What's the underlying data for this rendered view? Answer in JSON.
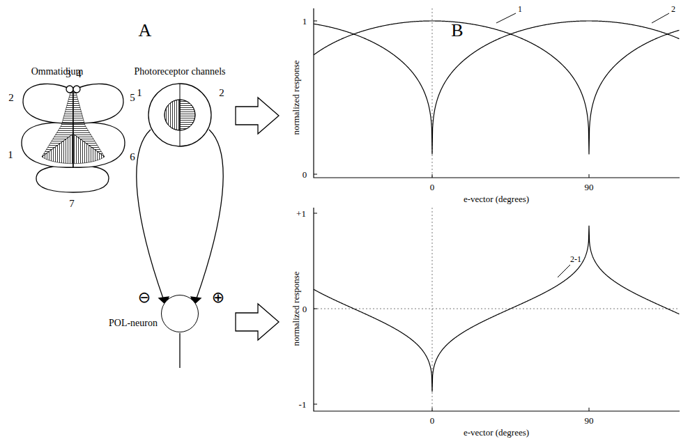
{
  "diagram": {
    "nodes": [
      {
        "text": [
          "POL-neuron"
        ]
      }
    ],
    "labels": [
      "A",
      "B",
      "Ommatidium",
      "3",
      "4",
      "2",
      "5",
      "1",
      "6",
      "7",
      "Photoreceptor channels",
      "1",
      "2",
      "⊖",
      "⊕",
      "1",
      "2",
      "1",
      "0",
      "0",
      "90",
      "e-vector (degrees)",
      "normalized response",
      "2-1",
      "+1",
      "0",
      "-1",
      "0",
      "90",
      "e-vector (degrees)",
      "normalized response"
    ]
  }
}
